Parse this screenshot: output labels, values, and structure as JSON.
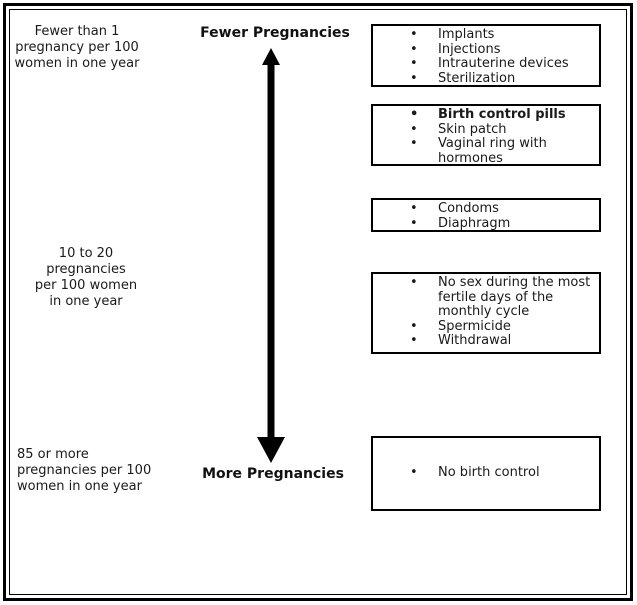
{
  "left_labels": [
    {
      "text": "Fewer than 1\npregnancy per 100\nwomen in one year",
      "align": "center"
    },
    {
      "text": "10 to 20\npregnancies\nper 100 women\nin one year",
      "align": "center"
    },
    {
      "text": "85 or more\npregnancies per 100\nwomen in one year",
      "align": "left"
    }
  ],
  "axis": {
    "top_label": "Fewer Pregnancies",
    "bottom_label": "More Pregnancies",
    "arrow_icon": "double-headed-vertical-arrow"
  },
  "method_boxes": [
    {
      "items": [
        {
          "text": "Implants",
          "bold": false
        },
        {
          "text": "Injections",
          "bold": false
        },
        {
          "text": "Intrauterine devices",
          "bold": false
        },
        {
          "text": "Sterilization",
          "bold": false
        }
      ]
    },
    {
      "items": [
        {
          "text": "Birth control pills",
          "bold": true
        },
        {
          "text": "Skin patch",
          "bold": false
        },
        {
          "text": "Vaginal ring with hormones",
          "bold": false
        }
      ]
    },
    {
      "items": [
        {
          "text": "Condoms",
          "bold": false
        },
        {
          "text": "Diaphragm",
          "bold": false
        }
      ]
    },
    {
      "items": [
        {
          "text": "No sex during the most fertile days of the monthly cycle",
          "bold": false
        },
        {
          "text": "Spermicide",
          "bold": false
        },
        {
          "text": "Withdrawal",
          "bold": false
        }
      ]
    },
    {
      "items": [
        {
          "text": "No birth control",
          "bold": false
        }
      ]
    }
  ],
  "colors": {
    "text": "#1a1a1a",
    "border": "#000000",
    "background": "#ffffff"
  }
}
